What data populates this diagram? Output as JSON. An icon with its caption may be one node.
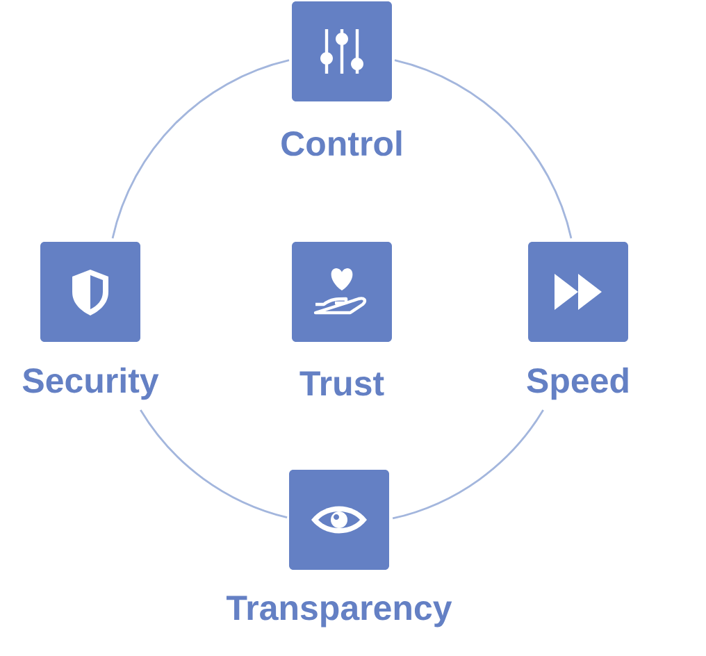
{
  "diagram": {
    "nodes": [
      {
        "text": [
          "Control"
        ]
      },
      {
        "text": [
          "Security"
        ]
      },
      {
        "text": [
          "Trust"
        ]
      },
      {
        "text": [
          "Speed"
        ]
      },
      {
        "text": [
          "Transparency"
        ]
      }
    ],
    "edges": [
      {
        "from": 0,
        "to": 3,
        "arrow": "none"
      },
      {
        "from": 3,
        "to": 4,
        "arrow": "none"
      },
      {
        "from": 4,
        "to": 1,
        "arrow": "none"
      },
      {
        "from": 1,
        "to": 0,
        "arrow": "none"
      }
    ]
  }
}
